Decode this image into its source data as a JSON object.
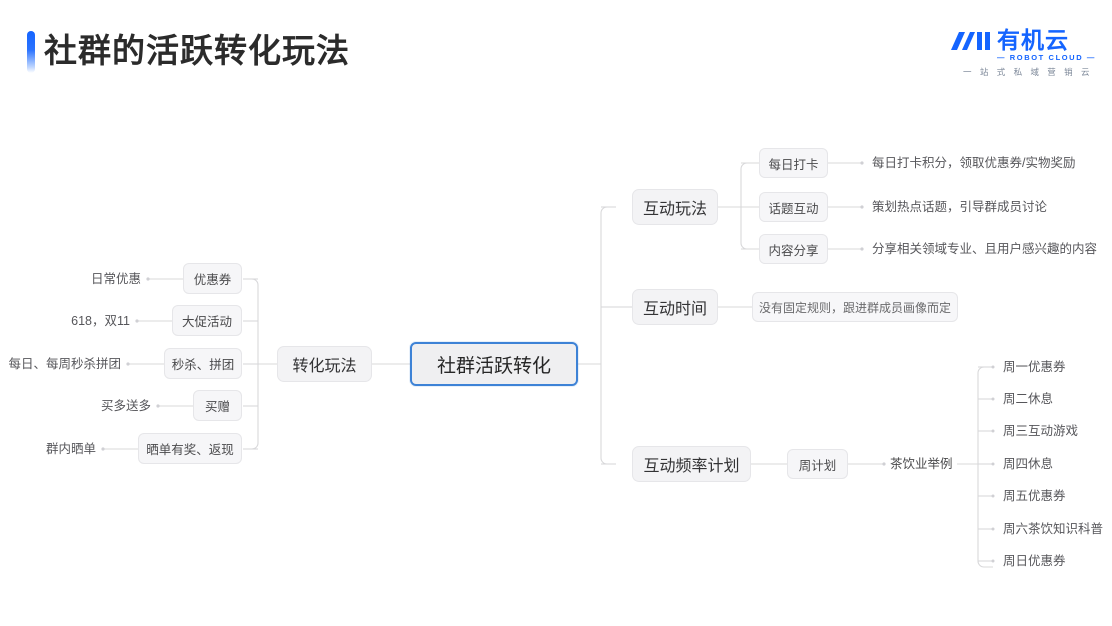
{
  "header": {
    "title": "社群的活跃转化玩法",
    "accent_color": "#1464ff"
  },
  "logo": {
    "word": "有机云",
    "english": "— ROBOT CLOUD —",
    "tagline": "一 站 式 私 域 营 销 云",
    "color": "#1464ff"
  },
  "mindmap": {
    "root": "社群活跃转化",
    "left_branch": {
      "title": "转化玩法",
      "children": [
        {
          "node": "优惠券",
          "label": "日常优惠"
        },
        {
          "node": "大促活动",
          "label": "618，双11"
        },
        {
          "node": "秒杀、拼团",
          "label": "每日、每周秒杀拼团"
        },
        {
          "node": "买赠",
          "label": "买多送多"
        },
        {
          "node": "晒单有奖、返现",
          "label": "群内晒单"
        }
      ]
    },
    "right_branches": [
      {
        "title": "互动玩法",
        "children": [
          {
            "node": "每日打卡",
            "detail": "每日打卡积分，领取优惠券/实物奖励"
          },
          {
            "node": "话题互动",
            "detail": "策划热点话题，引导群成员讨论"
          },
          {
            "node": "内容分享",
            "detail": "分享相关领域专业、且用户感兴趣的内容"
          }
        ]
      },
      {
        "title": "互动时间",
        "note": "没有固定规则，跟进群成员画像而定"
      },
      {
        "title": "互动频率计划",
        "plan_node": "周计划",
        "example_label": "茶饮业举例",
        "week": [
          "周一优惠券",
          "周二休息",
          "周三互动游戏",
          "周四休息",
          "周五优惠券",
          "周六茶饮知识科普",
          "周日优惠券"
        ]
      }
    ]
  }
}
